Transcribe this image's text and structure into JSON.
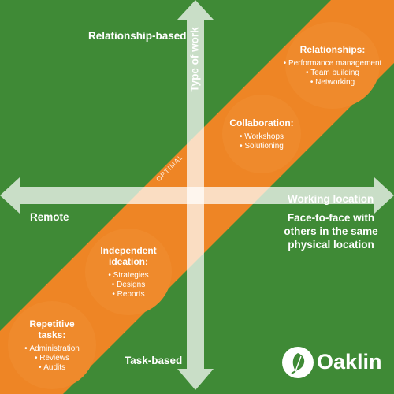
{
  "colors": {
    "background": "#3f8a36",
    "band": "#ee8525",
    "circle": "#ef8a2c",
    "axis": "rgba(255,255,255,0.72)"
  },
  "axes": {
    "vertical_label": "Type of work",
    "top_label": "Relationship-based",
    "bottom_label": "Task-based",
    "horizontal_label": "Working location",
    "left_label": "Remote",
    "right_label": "Face-to-face with others in the same physical location",
    "band_label": "OPTIMAL"
  },
  "nodes": [
    {
      "title": "Relationships:",
      "items": [
        "Performance management",
        "Team building",
        "Networking"
      ]
    },
    {
      "title": "Collaboration:",
      "items": [
        "Workshops",
        "Solutioning"
      ]
    },
    {
      "title": "Independent ideation:",
      "items": [
        "Strategies",
        "Designs",
        "Reports"
      ]
    },
    {
      "title": "Repetitive tasks:",
      "items": [
        "Administration",
        "Reviews",
        "Audits"
      ]
    }
  ],
  "brand": {
    "name": "Oaklin",
    "icon": "oak-leaf-icon"
  }
}
